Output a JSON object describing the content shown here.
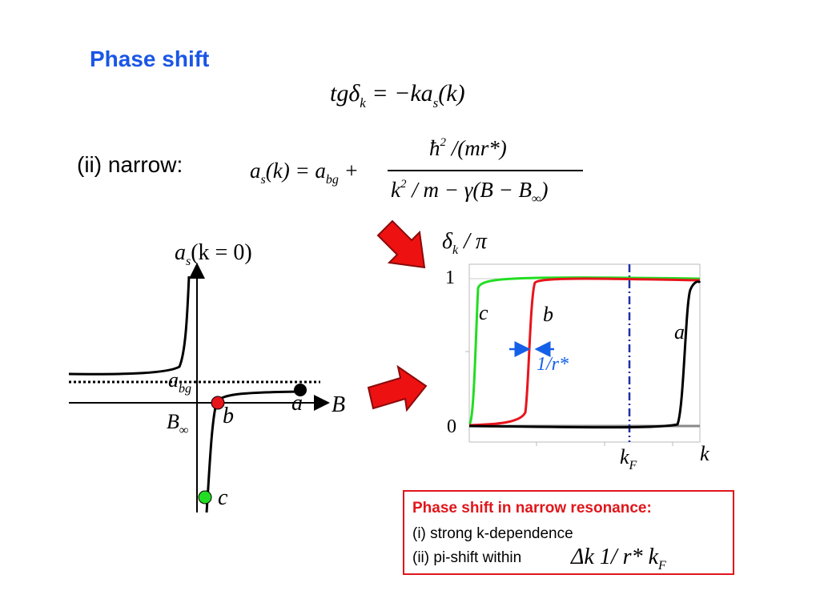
{
  "title": "Phase shift",
  "eq1": {
    "lhs": "tgδ",
    "lhs_sub": "k",
    "eq": " = −ka",
    "mid_sub": "s",
    "rhs": "(k)"
  },
  "narrow": {
    "label": "(ii) narrow:",
    "lhs": "a",
    "lhs_sub": "s",
    "lhs_rest": "(k) = a",
    "bg_sub": "bg",
    "plus": " +",
    "num": "ħ",
    "num_sup": "2",
    "num_rest": " /(mr*)",
    "den": "k",
    "den_sup": "2",
    "den_rest": " / m − γ(B − B",
    "den_sub": "∞",
    "den_close": ")"
  },
  "left_plot": {
    "ylabel_a": "a",
    "ylabel_sub": "s",
    "ylabel_rest": "(k = 0)",
    "abg": "a",
    "abg_sub": "bg",
    "binf": "B",
    "binf_sub": "∞",
    "b_axis": "B",
    "point_a": "a",
    "point_b": "b",
    "point_c": "c",
    "colors": {
      "a": "#000000",
      "b": "#e8141c",
      "c": "#22dd22"
    }
  },
  "right_plot": {
    "ylabel_d": "δ",
    "ylabel_sub": "k",
    "ylabel_rest": " / π",
    "tick_1": "1",
    "tick_0": "0",
    "curve_c": "c",
    "curve_b": "b",
    "curve_a": "a",
    "width_label": "1/r*",
    "kf": "k",
    "kf_sub": "F",
    "k_axis": "k",
    "colors": {
      "a": "#000000",
      "b": "#e8141c",
      "c": "#22dd22",
      "kf_line": "#1f2fa8",
      "width": "#1560e8"
    }
  },
  "box": {
    "heading": "Phase shift in narrow resonance:",
    "line1": "(i) strong k-dependence",
    "line2": "(ii) pi-shift within",
    "formula_a": "Δk ",
    "formula_b": "1/ r* ",
    "formula_c": " k",
    "formula_sub": "F",
    "glyph": "",
    "colors": {
      "border": "#e0161b",
      "heading": "#e0161b"
    }
  }
}
